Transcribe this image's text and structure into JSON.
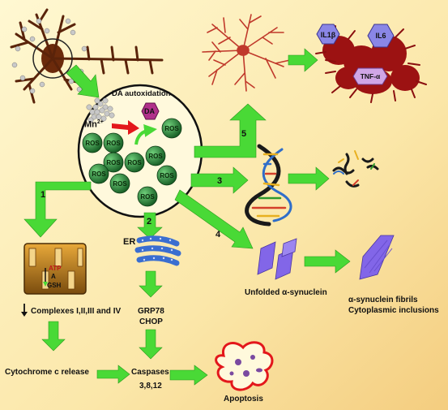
{
  "labels": {
    "da_autoxidation": "DA autoxidation",
    "mn": "Mn",
    "mn_charge": "2+",
    "da": "DA",
    "ros": "ROS",
    "er": "ER",
    "grp78": "GRP78",
    "chop": "CHOP",
    "complexes": "Complexes I,II,III and IV",
    "cytochrome": "Cytochrome c release",
    "caspases": "Caspases",
    "caspase_numbers": "3,8,12",
    "apoptosis": "Apoptosis",
    "unfolded": "Unfolded α-synuclein",
    "fibrils": "α-synuclein fibrils",
    "inclusions": "Cytoplasmic inclusions",
    "il1b": "IL1β",
    "il6": "IL6",
    "tnf": "TNF-α",
    "mito_a": "A",
    "mito_gsh": "GSH",
    "mito_top": "ATP"
  },
  "pathways": {
    "p1": "1",
    "p2": "2",
    "p3": "3",
    "p4": "4",
    "p5": "5"
  },
  "colors": {
    "background_start": "#fff6c9",
    "background_end": "#f6d58e",
    "arrow": "#4fe03a",
    "arrow_dark": "#2c9e1d",
    "ros_fill": "#1f6b2c",
    "microglia": "#a31a1a",
    "astrocyte": "#c0392b",
    "cytokine": "#8a86e6",
    "synuclein": "#8266e8"
  },
  "icons": [
    "neuron-icon",
    "astrocyte-icon",
    "microglia-icon",
    "dna-icon",
    "mitochondrion-icon",
    "er-icon",
    "apoptotic-cell-icon",
    "down-arrow-icon"
  ]
}
